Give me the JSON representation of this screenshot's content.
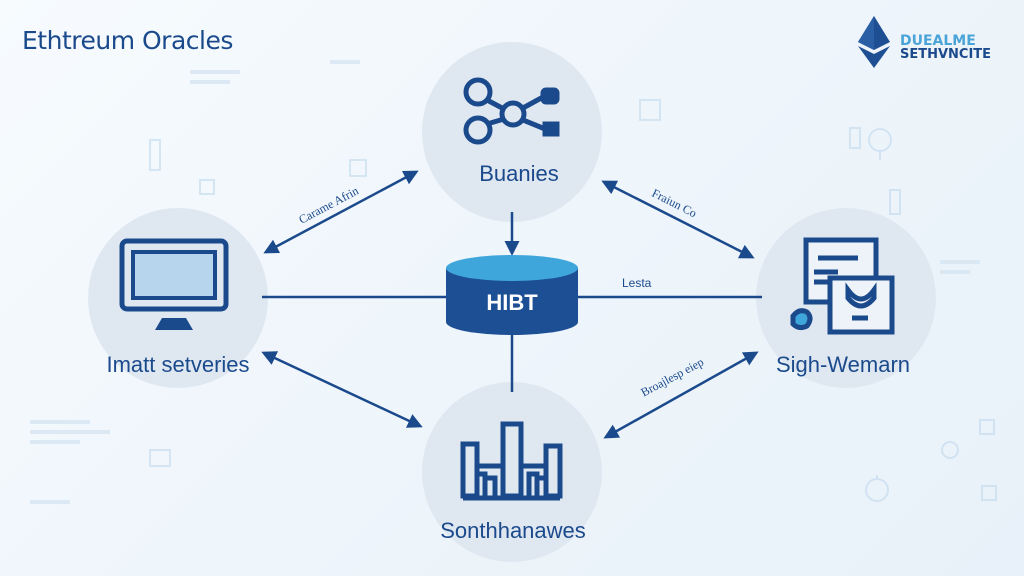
{
  "header": {
    "title": "Ethtreum Oracles"
  },
  "logo": {
    "icon": "ethereum-diamond-icon",
    "line1": "DUEALME",
    "line2": "SETHVNCITE"
  },
  "colors": {
    "primary": "#1b4a8c",
    "accent": "#3fa6dc",
    "node_fill": "#dfe8f1",
    "background": "#f1f7fc"
  },
  "center_node": {
    "label": "HIBT",
    "icon": "database-cylinder-icon"
  },
  "nodes": {
    "top": {
      "label": "Buanies",
      "icon": "network-nodes-icon"
    },
    "left": {
      "label": "Imatt setveries",
      "icon": "monitor-icon"
    },
    "right": {
      "label": "Sigh-Wemarn",
      "icon": "document-certificate-icon"
    },
    "bottom": {
      "label": "Sonthhanawes",
      "icon": "building-icon"
    }
  },
  "edges": {
    "top_left": "Carame Afrin",
    "top_right": "Fraiun Co",
    "center_right": "Lesta",
    "bottom_right": "Broajlesp eiep"
  }
}
